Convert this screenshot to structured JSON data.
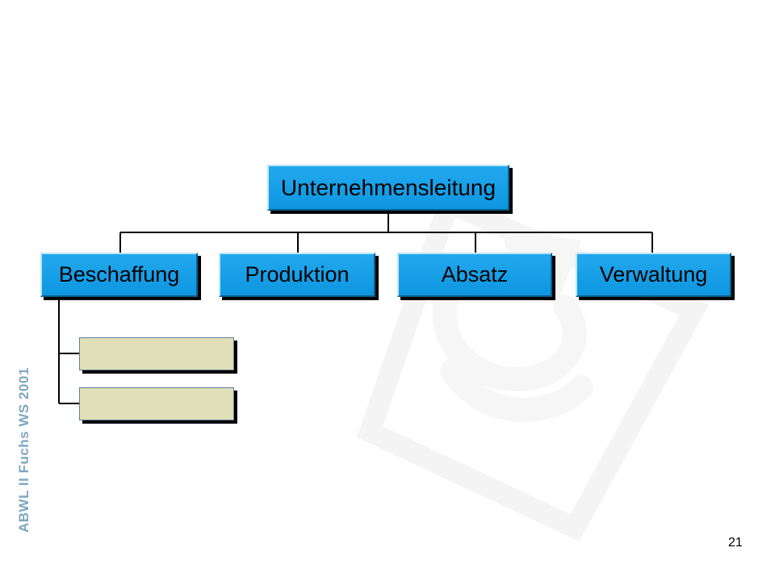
{
  "org_chart": {
    "root": {
      "label": "Unternehmensleitung",
      "color": "#1ea3ea"
    },
    "departments": [
      {
        "label": "Beschaffung"
      },
      {
        "label": "Produktion"
      },
      {
        "label": "Absatz"
      },
      {
        "label": "Verwaltung"
      }
    ],
    "sub_units_of_first_department": [
      {
        "label": ""
      },
      {
        "label": ""
      }
    ],
    "sub_unit_color": "#e0dfb8"
  },
  "footer": {
    "side_label": "ABWL II Fuchs  WS 2001",
    "side_label_color": "#7fa7c1",
    "page_number": "21"
  },
  "watermark_icon": "university-logo-icon"
}
